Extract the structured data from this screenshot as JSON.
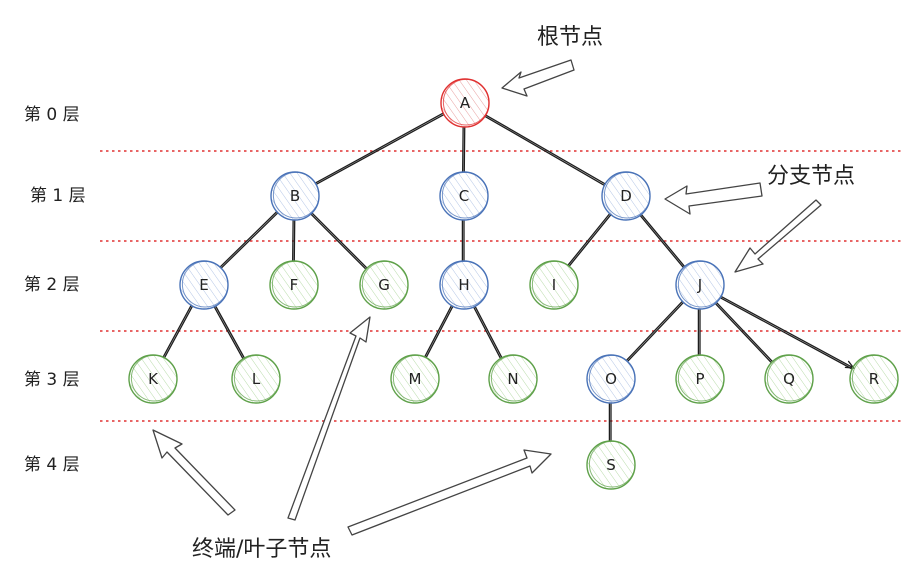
{
  "layers": [
    {
      "id": "layer-0",
      "label": "第 0 层"
    },
    {
      "id": "layer-1",
      "label": "第 1 层"
    },
    {
      "id": "layer-2",
      "label": "第 2 层"
    },
    {
      "id": "layer-3",
      "label": "第 3 层"
    },
    {
      "id": "layer-4",
      "label": "第 4 层"
    }
  ],
  "callouts": {
    "root": "根节点",
    "branch": "分支节点",
    "leaf": "终端/叶子节点"
  },
  "colors": {
    "root": "#e03131",
    "branch": "#4a73b8",
    "leaf": "#5fa14a",
    "divider": "#e03131"
  },
  "nodes": [
    {
      "id": "A",
      "label": "A",
      "role": "root"
    },
    {
      "id": "B",
      "label": "B",
      "role": "branch"
    },
    {
      "id": "C",
      "label": "C",
      "role": "branch"
    },
    {
      "id": "D",
      "label": "D",
      "role": "branch"
    },
    {
      "id": "E",
      "label": "E",
      "role": "branch"
    },
    {
      "id": "F",
      "label": "F",
      "role": "leaf"
    },
    {
      "id": "G",
      "label": "G",
      "role": "leaf"
    },
    {
      "id": "H",
      "label": "H",
      "role": "branch"
    },
    {
      "id": "I",
      "label": "I",
      "role": "leaf"
    },
    {
      "id": "J",
      "label": "J",
      "role": "branch"
    },
    {
      "id": "K",
      "label": "K",
      "role": "leaf"
    },
    {
      "id": "L",
      "label": "L",
      "role": "leaf"
    },
    {
      "id": "M",
      "label": "M",
      "role": "leaf"
    },
    {
      "id": "N",
      "label": "N",
      "role": "leaf"
    },
    {
      "id": "O",
      "label": "O",
      "role": "branch"
    },
    {
      "id": "P",
      "label": "P",
      "role": "leaf"
    },
    {
      "id": "Q",
      "label": "Q",
      "role": "leaf"
    },
    {
      "id": "R",
      "label": "R",
      "role": "leaf"
    },
    {
      "id": "S",
      "label": "S",
      "role": "leaf"
    }
  ],
  "edges": [
    [
      "A",
      "B"
    ],
    [
      "A",
      "C"
    ],
    [
      "A",
      "D"
    ],
    [
      "B",
      "E"
    ],
    [
      "B",
      "F"
    ],
    [
      "B",
      "G"
    ],
    [
      "C",
      "H"
    ],
    [
      "D",
      "I"
    ],
    [
      "D",
      "J"
    ],
    [
      "E",
      "K"
    ],
    [
      "E",
      "L"
    ],
    [
      "H",
      "M"
    ],
    [
      "H",
      "N"
    ],
    [
      "J",
      "O"
    ],
    [
      "J",
      "P"
    ],
    [
      "J",
      "Q"
    ],
    [
      "J",
      "R"
    ],
    [
      "O",
      "S"
    ]
  ]
}
